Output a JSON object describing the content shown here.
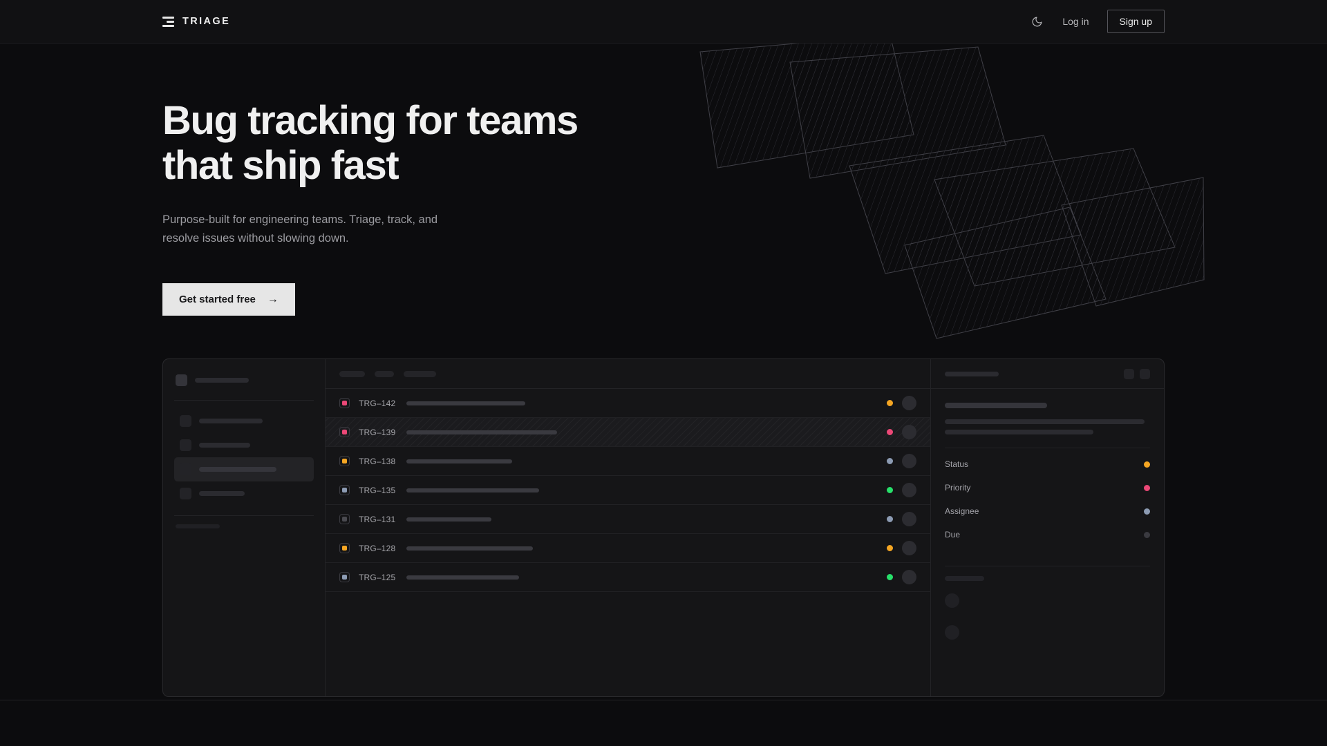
{
  "header": {
    "brand": "TRIAGE",
    "brand_icon": "stacked-bars-logo-icon",
    "theme_icon": "moon-icon",
    "login_label": "Log in",
    "signup_label": "Sign up"
  },
  "hero": {
    "heading": "Bug tracking for teams\nthat ship fast",
    "subheading": "Purpose-built for engineering teams. Triage, track, and\nresolve issues without slowing down.",
    "cta_label": "Get started free",
    "cta_arrow": "→"
  },
  "colors": {
    "page_bg": "#0c0c0e",
    "header_bg": "#111113",
    "panel_bg": "#151517",
    "border": "#2a2a2d",
    "text_primary": "#f0f0f0",
    "text_muted": "#9c9ca1",
    "cta_bg": "#e6e6e6",
    "status_amber": "#f5a623",
    "status_pink": "#ec4877",
    "status_green": "#27e06a",
    "status_slate": "#8c9bb3",
    "status_gray": "#3a3a40"
  },
  "mockup": {
    "sidebar": {
      "workspace_icon": "workspace-square-icon",
      "nav_items": [
        {
          "width": 92,
          "active": false
        },
        {
          "width": 74,
          "active": false
        },
        {
          "width": 112,
          "active": true
        },
        {
          "width": 66,
          "active": false
        }
      ],
      "dot_items": 3
    },
    "list": {
      "toolbar_chips": [
        37,
        28,
        47
      ],
      "rows": [
        {
          "id": "TRG–142",
          "priority": "high",
          "priority_color": "#ec4877",
          "title_width": 172,
          "status": "in-progress",
          "status_color": "#f5a623"
        },
        {
          "id": "TRG–139",
          "priority": "high",
          "priority_color": "#ec4877",
          "title_width": 218,
          "status": "urgent",
          "status_color": "#ec4877",
          "selected": true
        },
        {
          "id": "TRG–138",
          "priority": "medium",
          "priority_color": "#f5a623",
          "title_width": 153,
          "status": "backlog",
          "status_color": "#8c9bb3"
        },
        {
          "id": "TRG–135",
          "priority": "low",
          "priority_color": "#8c9bb3",
          "title_width": 192,
          "status": "done",
          "status_color": "#27e06a"
        },
        {
          "id": "TRG–131",
          "priority": "none",
          "priority_color": "#4a4a50",
          "title_width": 123,
          "status": "backlog",
          "status_color": "#8c9bb3"
        },
        {
          "id": "TRG–128",
          "priority": "medium",
          "priority_color": "#f5a623",
          "title_width": 183,
          "status": "in-progress",
          "status_color": "#f5a623"
        },
        {
          "id": "TRG–125",
          "priority": "low",
          "priority_color": "#8c9bb3",
          "title_width": 163,
          "status": "done",
          "status_color": "#27e06a"
        }
      ]
    },
    "detail": {
      "header_skeleton_width": 78,
      "action_icons": [
        "star-icon",
        "more-icon"
      ],
      "title_skeleton_width": 148,
      "desc_line_widths": [
        289,
        215
      ],
      "meta": [
        {
          "label": "Status",
          "color": "#f5a623"
        },
        {
          "label": "Priority",
          "color": "#ec4877"
        },
        {
          "label": "Assignee",
          "color": "#8c9bb3"
        },
        {
          "label": "Due",
          "color": "#3a3a40"
        }
      ],
      "activity_label_width": 57,
      "activity_items": 2
    }
  }
}
